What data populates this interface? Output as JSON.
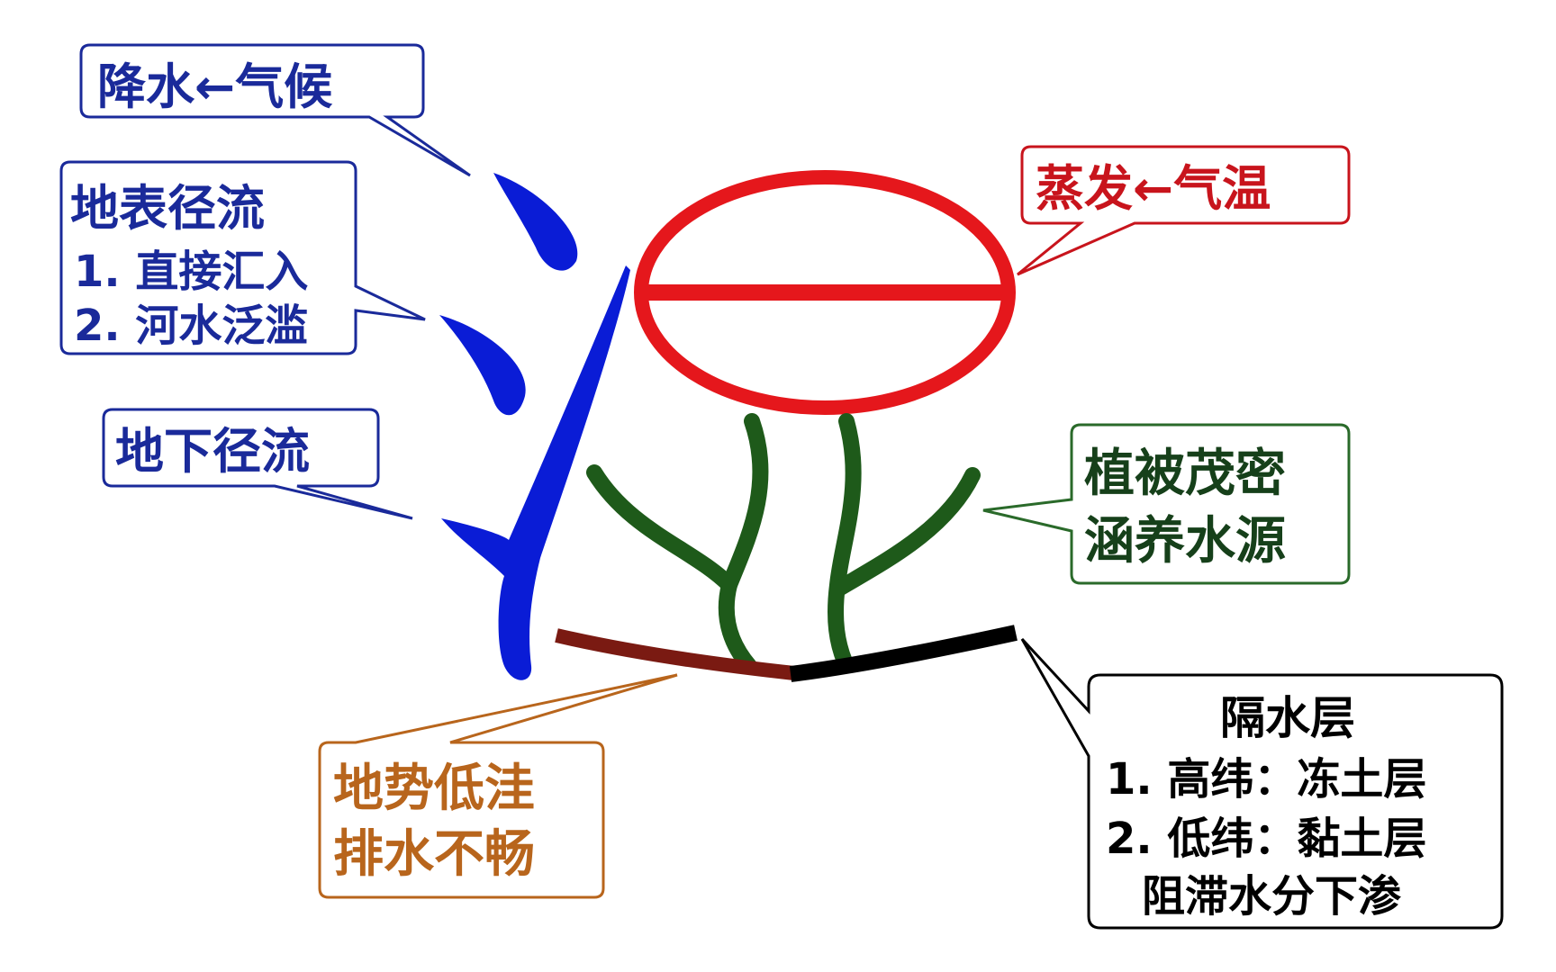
{
  "callouts": {
    "precipitation": {
      "line1": "降水←气候"
    },
    "surface_runoff": {
      "title": "地表径流",
      "item1": "1. 直接汇入",
      "item2": "2. 河水泛滥"
    },
    "groundwater_runoff": {
      "line1": "地下径流"
    },
    "evaporation": {
      "line1": "蒸发←气温"
    },
    "vegetation": {
      "line1": "植被茂密",
      "line2": "涵养水源"
    },
    "terrain": {
      "line1": "地势低洼",
      "line2": "排水不畅"
    },
    "aquiclude": {
      "title": "隔水层",
      "item1": "1. 高纬：冻土层",
      "item2": "2. 低纬：黏土层",
      "item3": "阻滞水分下渗"
    }
  },
  "colors": {
    "blue": "#0a1cd6",
    "red": "#e5171c",
    "green": "#1e5a1a",
    "brown": "#7a1a12",
    "black": "#000000",
    "brown_text": "#b8651c",
    "dark_green_text": "#16401a",
    "navy_text": "#1a2a9a",
    "red_text": "#c8141c"
  }
}
